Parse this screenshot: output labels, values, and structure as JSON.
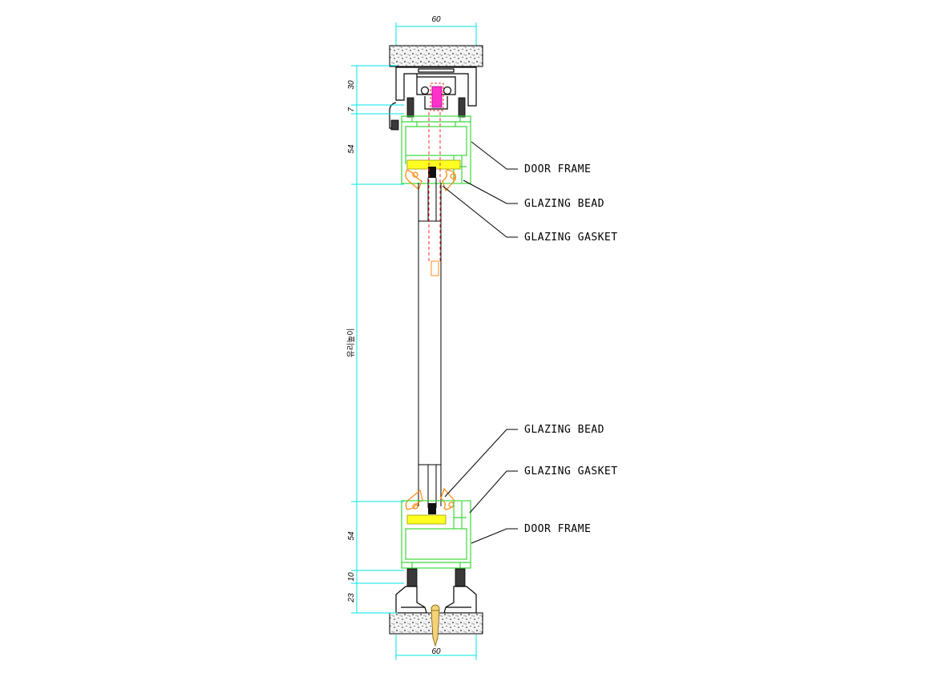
{
  "labels": {
    "top_frame": "DOOR FRAME",
    "top_bead": "GLAZING BEAD",
    "top_gasket": "GLAZING GASKET",
    "bottom_bead": "GLAZING BEAD",
    "bottom_gasket": "GLAZING GASKET",
    "bottom_frame": "DOOR FRAME"
  },
  "dimensions": {
    "top_width": "60",
    "bottom_width": "60",
    "dim_30": "30",
    "dim_7": "7",
    "dim_54_top": "54",
    "glass_height": "유리높이",
    "dim_54_bottom": "54",
    "dim_10": "10",
    "dim_23": "23"
  },
  "colors": {
    "dimension": "#00e5e5",
    "profile": "#3ad83a",
    "bead": "#ff8c1a",
    "gasket": "#ffff22",
    "anchor": "#ff33cc"
  }
}
